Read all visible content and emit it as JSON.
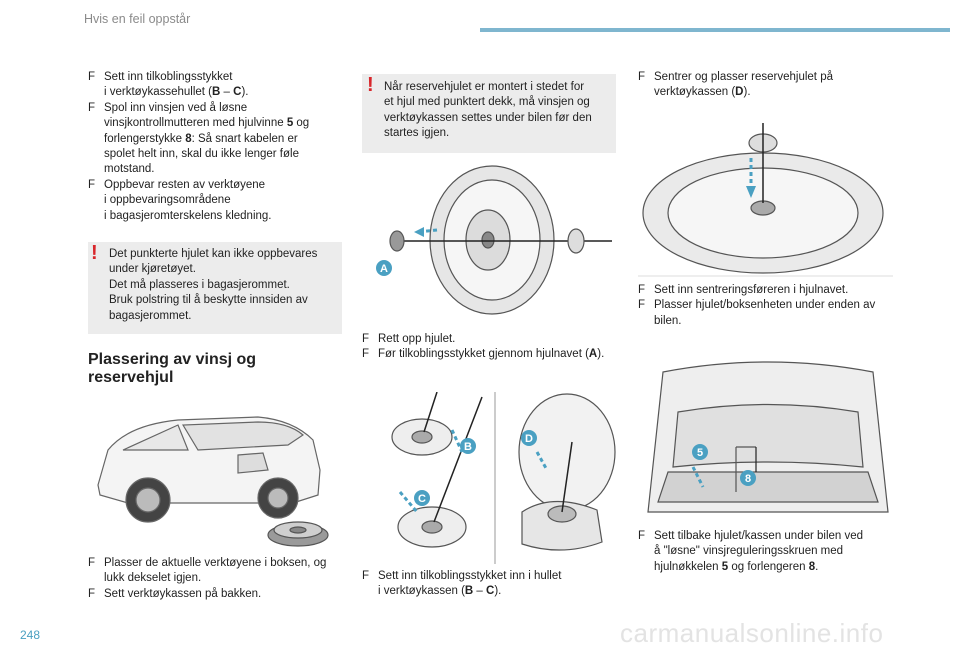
{
  "header": {
    "section_title": "Hvis en feil oppstår"
  },
  "page_number": "248",
  "watermark": "carmanualsonline.info",
  "bullet_marker": "F",
  "col1": {
    "steps": [
      [
        "Sett inn tilkoblingsstykket",
        "i verktøykassehullet (",
        "B",
        " – ",
        "C",
        ")."
      ],
      [
        "Spol inn vinsjen ved å løsne",
        "vinsjkontrollmutteren med hjulvinne ",
        "5",
        " og",
        "forlengerstykke ",
        "8",
        ": Så snart kabelen er",
        "spolet helt inn, skal du ikke lenger føle",
        "motstand."
      ],
      [
        "Oppbevar resten av verktøyene",
        "i oppbevaringsområdene",
        "i bagasjeromterskelens kledning."
      ]
    ],
    "warning": [
      "Det punkterte hjulet kan ikke oppbevares",
      "under kjøretøyet.",
      "Det må plasseres i bagasjerommet.",
      "Bruk polstring til å beskytte innsiden av",
      "bagasjerommet."
    ],
    "heading": [
      "Plassering av vinsj og",
      "reservehjul"
    ],
    "bottom_steps": [
      [
        "Plasser de aktuelle verktøyene i boksen, og",
        "lukk dekselet igjen."
      ],
      [
        "Sett verktøykassen på bakken."
      ]
    ]
  },
  "col2": {
    "warning": [
      "Når reservehjulet er montert i stedet for",
      "et hjul med punktert dekk, må vinsjen og",
      "verktøykassen settes under bilen før den",
      "startes igjen."
    ],
    "fig_label_a": "A",
    "mid_steps": [
      [
        "Rett opp hjulet."
      ],
      [
        "Før tilkoblingsstykket gjennom hjulnavet (",
        "A",
        ")."
      ]
    ],
    "fig_labels_bcd": [
      "B",
      "C",
      "D"
    ],
    "bottom_steps": [
      [
        "Sett inn tilkoblingsstykket inn i hullet",
        "i verktøykassen (",
        "B",
        " – ",
        "C",
        ")."
      ]
    ]
  },
  "col3": {
    "top_steps": [
      [
        "Sentrer og plasser reservehjulet på",
        "verktøykassen (",
        "D",
        ")."
      ]
    ],
    "mid_steps": [
      [
        "Sett inn sentreringsføreren i hjulnavet."
      ],
      [
        "Plasser hjulet/boksenheten under enden av",
        "bilen."
      ]
    ],
    "fig_labels": [
      "5",
      "8"
    ],
    "bottom_steps": [
      [
        "Sett tilbake hjulet/kassen under bilen ved",
        "å \"løsne\" vinsjreguleringsskruen med",
        "hjulnøkkelen ",
        "5",
        " og forlengeren ",
        "8",
        "."
      ]
    ]
  },
  "colors": {
    "accent_blue": "#4aa0c2",
    "warning_red": "#d8262b",
    "note_bg": "#ececec"
  }
}
